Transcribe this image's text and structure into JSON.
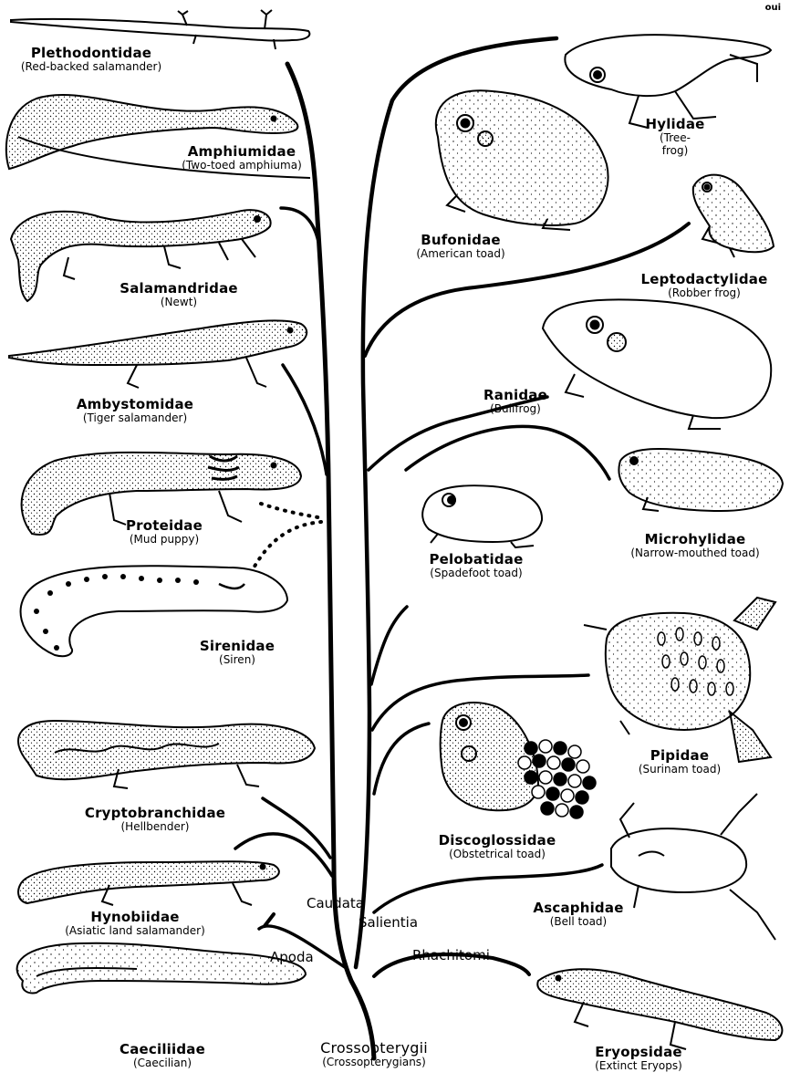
{
  "page_number": "oui",
  "groups": {
    "caudata": "Caudata",
    "salientia": "Salientia",
    "apoda": "Apoda",
    "rhachitomi": "Rhachitomi",
    "root": "Crossopterygii",
    "root_common": "(Crossopterygians)"
  },
  "families": [
    {
      "name": "Plethodontidae",
      "common": "(Red-backed salamander)"
    },
    {
      "name": "Amphiumidae",
      "common": "(Two-toed amphiuma)"
    },
    {
      "name": "Salamandridae",
      "common": "(Newt)"
    },
    {
      "name": "Ambystomidae",
      "common": "(Tiger salamander)"
    },
    {
      "name": "Proteidae",
      "common": "(Mud puppy)"
    },
    {
      "name": "Sirenidae",
      "common": "(Siren)"
    },
    {
      "name": "Cryptobranchidae",
      "common": "(Hellbender)"
    },
    {
      "name": "Hynobiidae",
      "common": "(Asiatic land salamander)"
    },
    {
      "name": "Caeciliidae",
      "common": "(Caecilian)"
    },
    {
      "name": "Hylidae",
      "common": "(Tree-",
      "common2": "frog)"
    },
    {
      "name": "Bufonidae",
      "common": "(American toad)"
    },
    {
      "name": "Leptodactylidae",
      "common": "(Robber frog)"
    },
    {
      "name": "Ranidae",
      "common": "(Bullfrog)"
    },
    {
      "name": "Microhylidae",
      "common": "(Narrow-mouthed toad)"
    },
    {
      "name": "Pelobatidae",
      "common": "(Spadefoot toad)"
    },
    {
      "name": "Pipidae",
      "common": "(Surinam toad)"
    },
    {
      "name": "Discoglossidae",
      "common": "(Obstetrical toad)"
    },
    {
      "name": "Ascaphidae",
      "common": "(Bell toad)"
    },
    {
      "name": "Eryopsidae",
      "common": "(Extinct Eryops)"
    }
  ]
}
